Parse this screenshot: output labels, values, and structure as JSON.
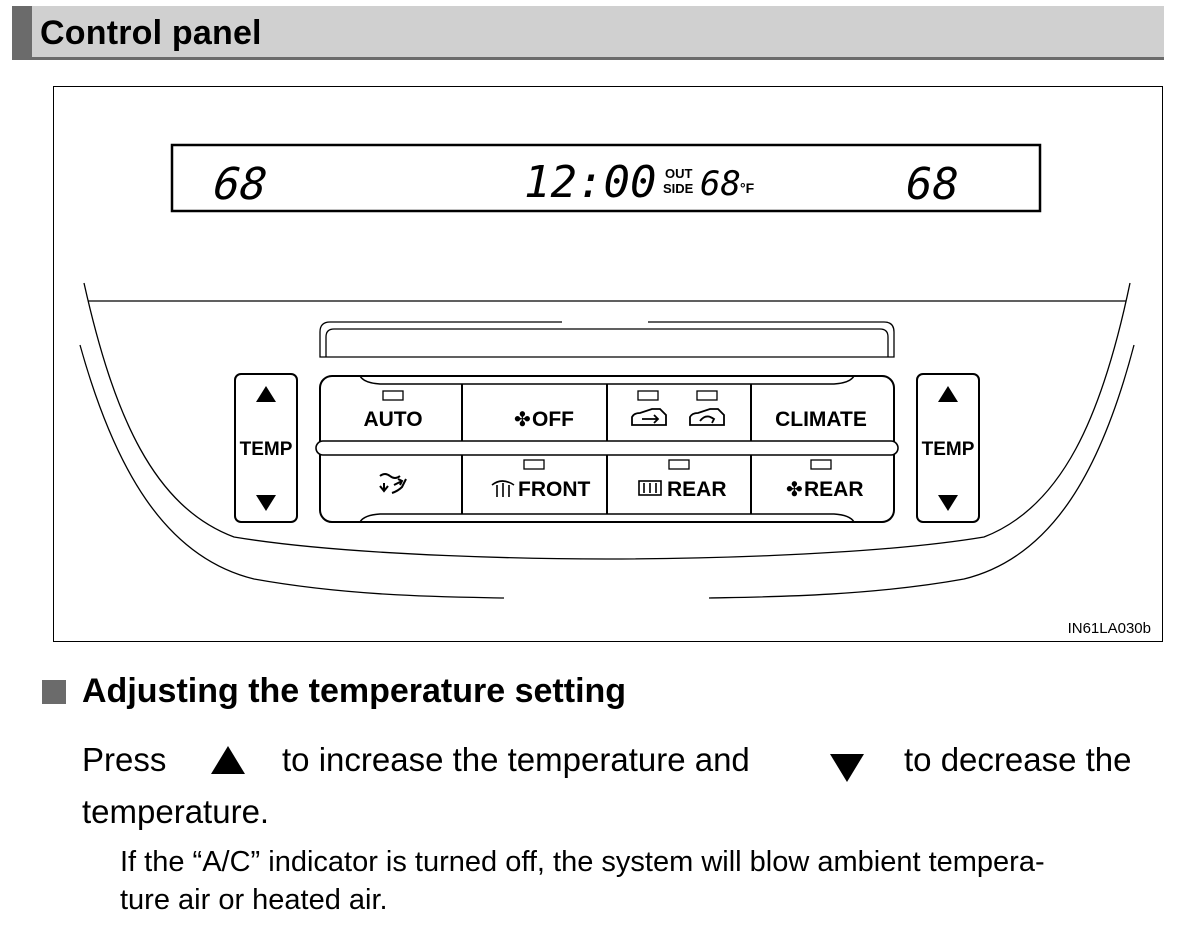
{
  "header": {
    "title": "Control panel"
  },
  "figure": {
    "code": "IN61LA030b",
    "display": {
      "left_temp": "68",
      "clock": "12:00",
      "outside_label_1": "OUT",
      "outside_label_2": "SIDE",
      "outside_temp": "68",
      "outside_unit": "°F",
      "right_temp": "68"
    },
    "left_temp_label": "TEMP",
    "right_temp_label": "TEMP",
    "buttons": {
      "auto": "AUTO",
      "fan_off": "OFF",
      "climate": "CLIMATE",
      "front_defog": "FRONT",
      "rear_defog": "REAR",
      "rear_fan": "REAR"
    }
  },
  "section": {
    "heading": "Adjusting the temperature setting",
    "text_press": "Press",
    "text_increase": "to increase the temperature and",
    "text_decrease": "to decrease the",
    "text_line2": "temperature.",
    "note_line1": "If the “A/C” indicator is turned off, the system will blow ambient tempera-",
    "note_line2": "ture air or heated air."
  }
}
